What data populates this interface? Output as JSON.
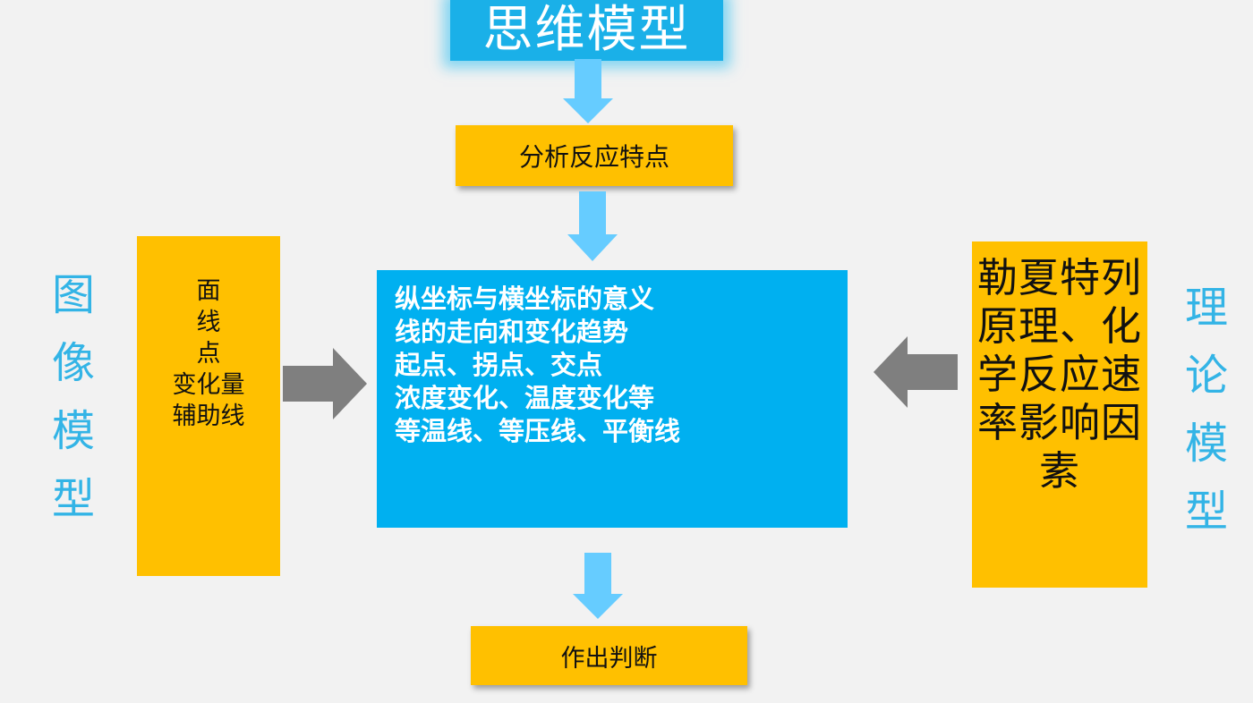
{
  "title": "思维模型",
  "analyze_box": "分析反应特点",
  "judge_box": "作出判断",
  "center_box": {
    "lines": [
      "纵坐标与横坐标的意义",
      "线的走向和变化趋势",
      "起点、拐点、交点",
      "浓度变化、温度变化等",
      "等温线、等压线、平衡线"
    ]
  },
  "left_box": {
    "lines": [
      "面",
      "线",
      "点",
      "变化量",
      "辅助线"
    ]
  },
  "right_box": "勒夏特列原理、化学反应速率影响因素",
  "left_label": [
    "图",
    "像",
    "模",
    "型"
  ],
  "right_label": [
    "理",
    "论",
    "模",
    "型"
  ],
  "colors": {
    "background": "#f2f2f2",
    "orange": "#ffc000",
    "blue": "#00b0f0",
    "title_blue": "#1ab0e8",
    "label_blue": "#33b4e6",
    "arrow_light_blue": "#66ccff",
    "arrow_gray": "#7f7f7f"
  }
}
